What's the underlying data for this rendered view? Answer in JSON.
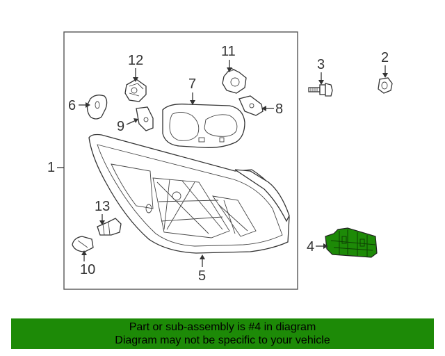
{
  "callouts": {
    "c1": "1",
    "c2": "2",
    "c3": "3",
    "c4": "4",
    "c5": "5",
    "c6": "6",
    "c7": "7",
    "c8": "8",
    "c9": "9",
    "c10": "10",
    "c11": "11",
    "c12": "12",
    "c13": "13"
  },
  "highlight": {
    "part_number": "4",
    "color": "#1d8a07"
  },
  "banner": {
    "line1": "Part or sub-assembly is #4 in diagram",
    "line2": "Diagram may not be specific to your vehicle",
    "color": "#1d8a07"
  }
}
